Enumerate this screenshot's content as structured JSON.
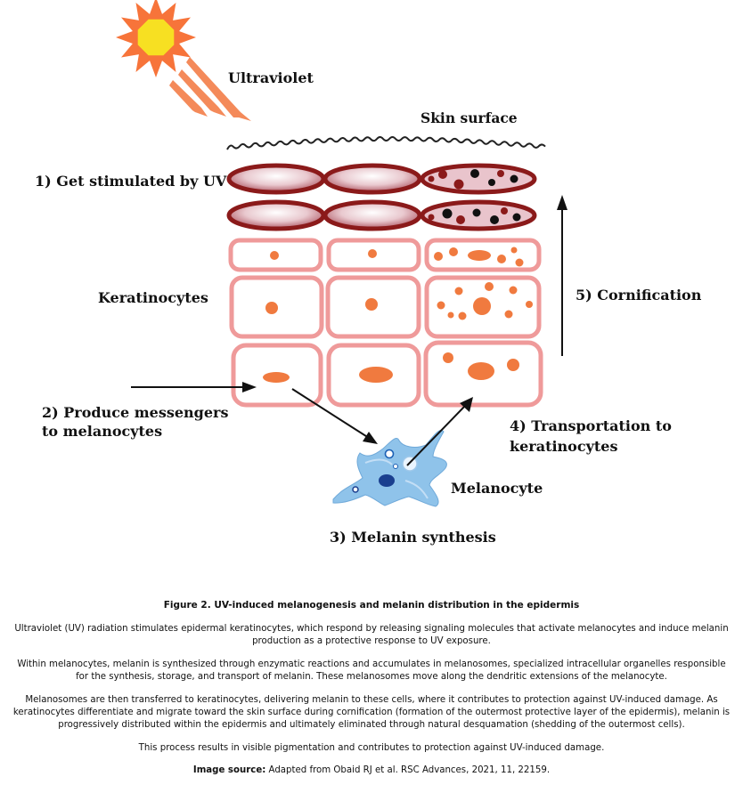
{
  "diagram": {
    "ultraviolet_label": "Ultraviolet",
    "skin_surface_label": "Skin surface",
    "step1_label": "1) Get stimulated by UV",
    "keratinocytes_label": "Keratinocytes",
    "step2_line1": "2) Produce messengers",
    "step2_line2": "to melanocytes",
    "step3_label": "3) Melanin synthesis",
    "step4_line1": "4) Transportation to",
    "step4_line2": "keratinocytes",
    "step5_label": "5) Cornification",
    "melanocyte_label": "Melanocyte",
    "colors": {
      "sun_outer": "#f7743a",
      "sun_inner": "#f7e022",
      "uv_arrow": "#f48a5a",
      "cell_border": "#ef9a9a",
      "melanin": "#f07a3f",
      "cornified": "#8b1a1a",
      "melanocyte": "#8fc3ea",
      "nucleus": "#1a3f8f"
    }
  },
  "caption": {
    "title": "Figure 2. UV-induced melanogenesis and melanin distribution in the epidermis",
    "paragraphs": [
      "Ultraviolet (UV) radiation stimulates epidermal keratinocytes, which respond by releasing signaling molecules that activate melanocytes and induce melanin production as a protective response to UV exposure.",
      "Within melanocytes, melanin is synthesized through enzymatic reactions and accumulates in melanosomes, specialized intracellular organelles responsible for the synthesis, storage, and transport of melanin. These melanosomes move along the dendritic extensions of the melanocyte.",
      "Melanosomes are then transferred to keratinocytes, delivering melanin to these cells, where it contributes to protection against UV-induced damage. As keratinocytes differentiate and migrate toward the skin surface during cornification (formation of the outermost protective layer of the epidermis), melanin is progressively distributed within the epidermis and ultimately eliminated through natural desquamation (shedding of the outermost cells).",
      "This process results in visible pigmentation and contributes to protection against UV-induced damage."
    ],
    "source_prefix": "Image source:",
    "source_text": " Adapted from Obaid RJ et al. RSC Advances, 2021, 11, 22159."
  }
}
